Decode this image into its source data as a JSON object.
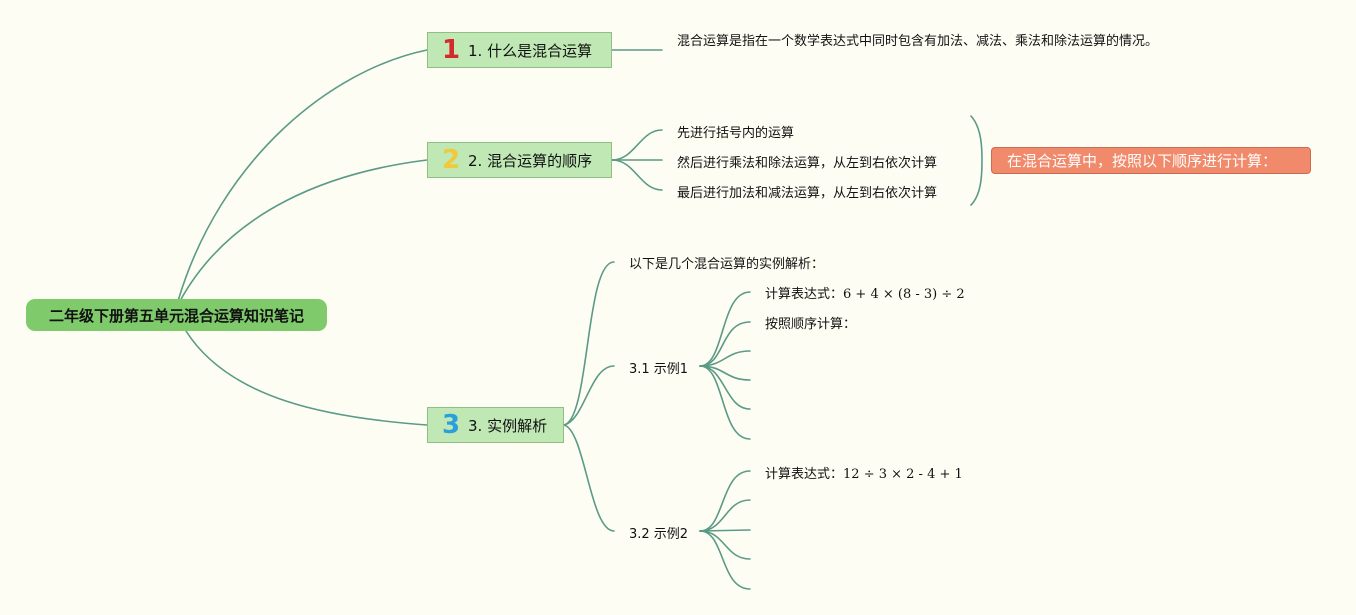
{
  "root": "二年级下册第五单元混合运算知识笔记",
  "topic1": {
    "number": "1",
    "label": "1. 什么是混合运算",
    "definition": "混合运算是指在一个数学表达式中同时包含有加法、减法、乘法和除法运算的情况。"
  },
  "topic2": {
    "number": "2",
    "label": "2. 混合运算的顺序",
    "steps": [
      "先进行括号内的运算",
      "然后进行乘法和除法运算，从左到右依次计算",
      "最后进行加法和减法运算，从左到右依次计算"
    ],
    "summary": "在混合运算中，按照以下顺序进行计算："
  },
  "topic3": {
    "number": "3",
    "label": "3. 实例解析",
    "intro": "以下是几个混合运算的实例解析：",
    "example1": {
      "label": "3.1 示例1",
      "expr_label": "计算表达式：",
      "expr": "6 + 4 × (8 - 3) ÷ 2",
      "order_label": "按照顺序计算："
    },
    "example2": {
      "label": "3.2 示例2",
      "expr_label": "计算表达式：",
      "expr": "12 ÷ 3 × 2 - 4 + 1"
    }
  },
  "colors": {
    "root": "#7fcb6b",
    "topic": "#bfe8b4",
    "link": "#5a9a86",
    "summary": "#f08a6b",
    "background": "#fefdf3"
  }
}
